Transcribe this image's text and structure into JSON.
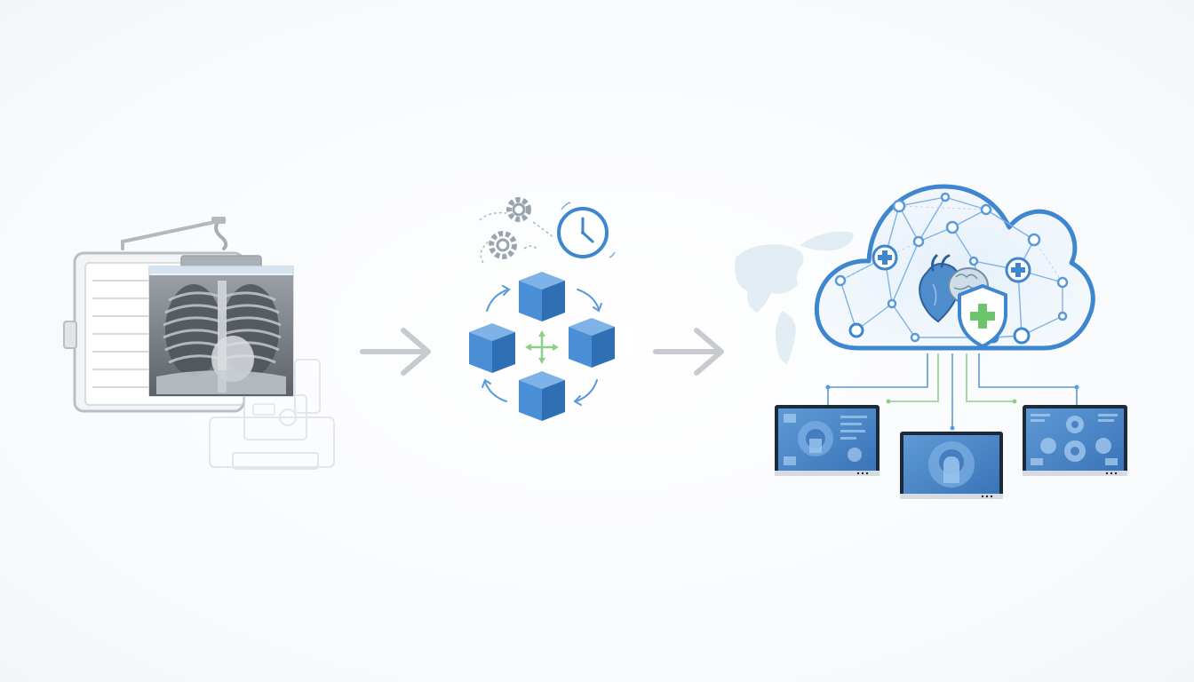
{
  "diagram": {
    "colors": {
      "accent_blue": "#3f86d0",
      "cube_blue": "#4a8fd6",
      "cube_dark": "#2f6fb3",
      "green_cross": "#6cc46c",
      "arrow_gray": "#c7cbd0",
      "legacy_gray": "#b8bec6",
      "monitor_frame": "#1d2a3a",
      "monitor_screen": "#4f8ccc"
    },
    "stages": [
      {
        "id": "legacy-imaging",
        "icons": [
          "xray-lightbox-icon",
          "film-viewer-icon",
          "imaging-console-icon"
        ]
      },
      {
        "id": "processing",
        "icons": [
          "gear-icon",
          "clock-icon",
          "data-cube-icon",
          "cycle-arrow-icon",
          "move-cross-icon"
        ]
      },
      {
        "id": "cloud-distribution",
        "icons": [
          "cloud-icon",
          "world-map-icon",
          "heart-icon",
          "brain-icon",
          "shield-icon",
          "medical-cross-icon",
          "monitor-icon"
        ]
      }
    ],
    "connectors": [
      "arrow-right-icon",
      "arrow-right-icon"
    ]
  }
}
